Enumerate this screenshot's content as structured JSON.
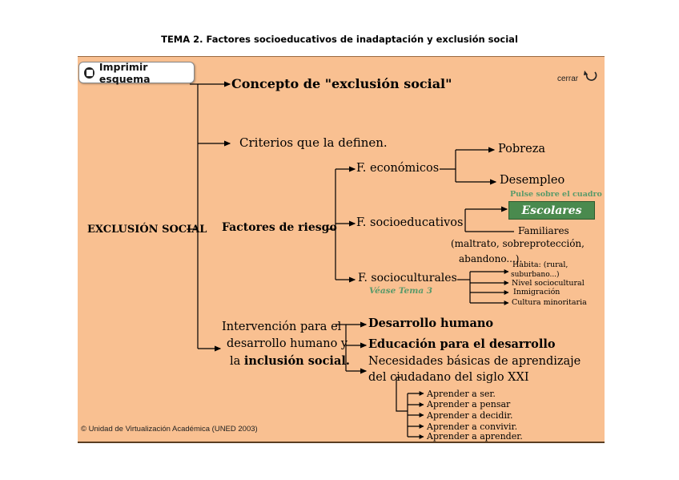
{
  "page": {
    "title": "TEMA 2. Factores socioeducativos de inadaptación y exclusión social"
  },
  "toolbar": {
    "print_label": "Imprimir esquema",
    "close_label": "cerrar"
  },
  "diagram": {
    "root": "EXCLUSIÓN SOCIAL",
    "concepto": "Concepto de \"exclusión social\"",
    "criterios": "Criterios que la definen.",
    "factores": "Factores de riesgo",
    "f_economicos": "F. económicos",
    "pobreza": "Pobreza",
    "desempleo": "Desempleo",
    "pulse_hint": "Pulse sobre el cuadro",
    "f_socioeducativos": "F. socioeducativos",
    "escolares": "Escolares",
    "familiares": "Familiares",
    "familiares_note_1": "(maltrato, sobreprotección,",
    "familiares_note_2": "abandono...).",
    "f_socioculturales": "F.  socioculturales",
    "vease": "Véase Tema 3",
    "habita_1": "Habita: (rural,",
    "habita_2": "suburbano...)",
    "nivel": "Nivel sociocultural",
    "inmigracion": "Inmigración",
    "cultura": "Cultura minoritaria",
    "intervencion_1": "Intervención para el",
    "intervencion_2": "desarrollo humano y",
    "intervencion_3_prefix": "la ",
    "intervencion_3_bold": "inclusión social.",
    "desarrollo_humano": "Desarrollo humano",
    "educacion": "Educación para el desarrollo",
    "necesidades_1": "Necesidades básicas de aprendizaje",
    "necesidades_2": "del ciudadano del siglo XXI",
    "aprender_ser": "Aprender a ser.",
    "aprender_pensar": "Aprender a pensar",
    "aprender_decidir": "Aprender a decidir.",
    "aprender_convivir": "Aprender a convivir.",
    "aprender_aprender": "Aprender a aprender."
  },
  "footer": {
    "copyright": "© Unidad de Virtualización Académica (UNED 2003)"
  },
  "colors": {
    "panel_bg": "#f9c091",
    "escolares_bg": "#4a8a4e",
    "hint_green": "#5a9a6a"
  }
}
